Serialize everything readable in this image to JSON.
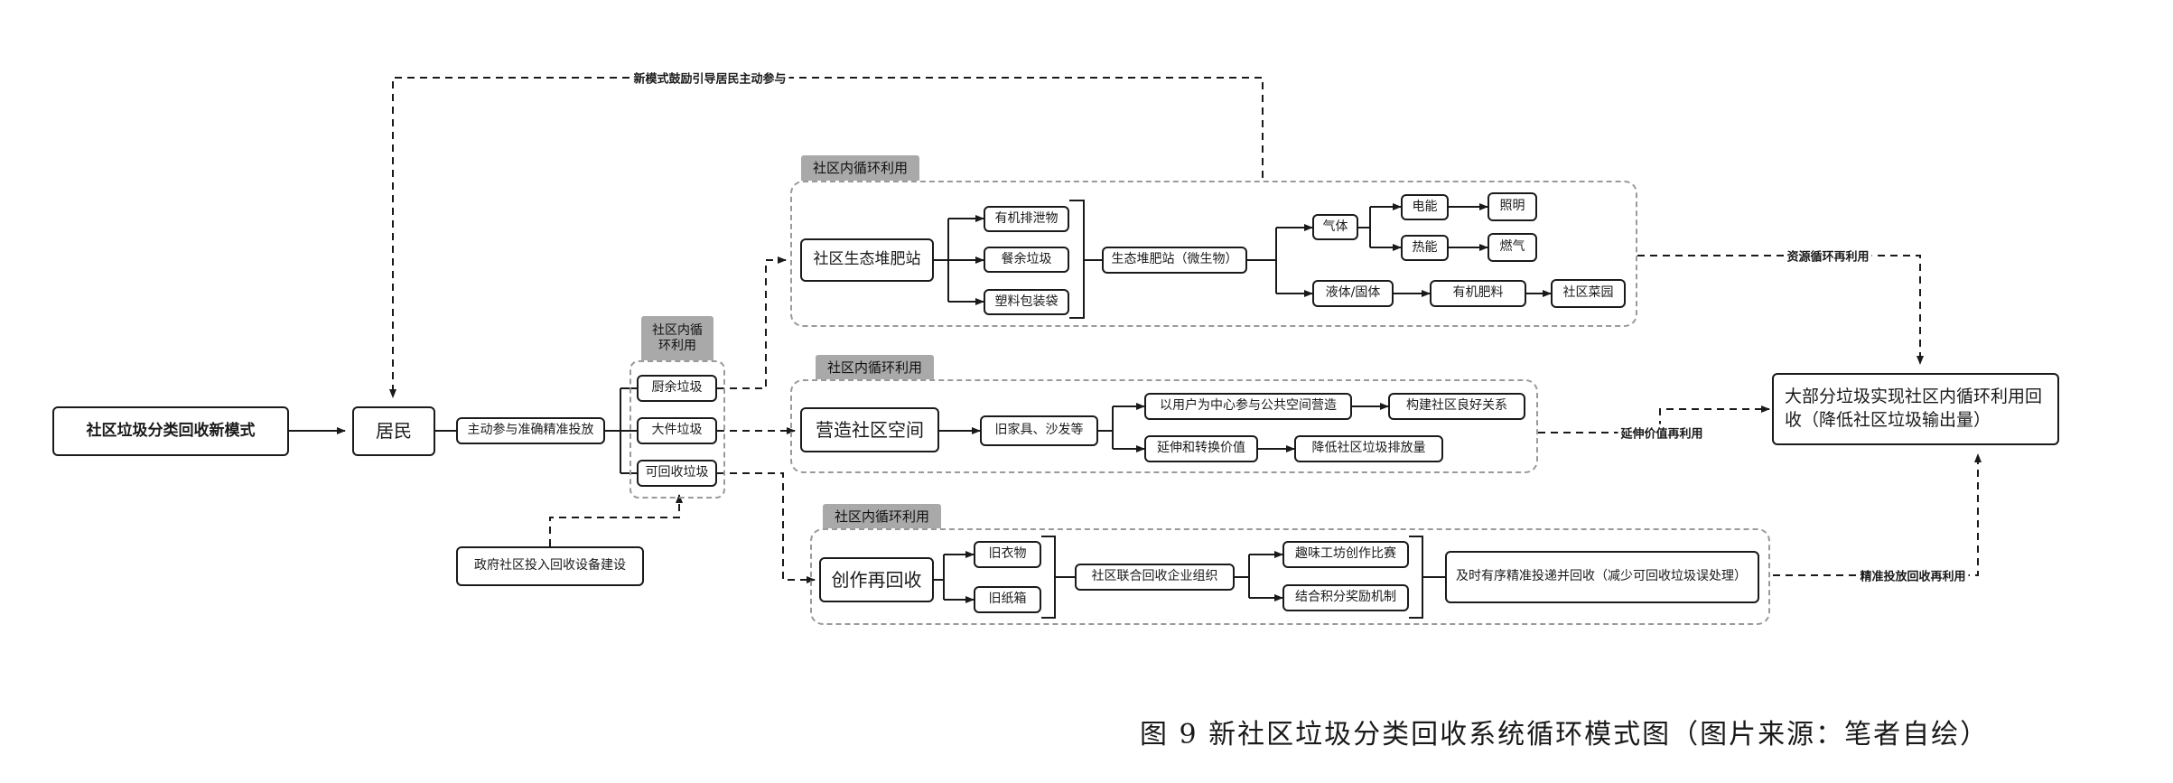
{
  "diagram": {
    "groups": {
      "g_compost": "社区内循环利用",
      "g_space": "社区内循环利用",
      "g_recycle": "社区内循环利用",
      "g_sort": "社区内循\n环利用"
    },
    "nodes": {
      "model": "社区垃圾分类回收新模式",
      "resident": "居民",
      "participate": "主动参与准确精准投放",
      "kitchen": "厨余垃圾",
      "bulky": "大件垃圾",
      "recyclable": "可回收垃圾",
      "gov": "政府社区投入回收设备建设",
      "compost_station": "社区生态堆肥站",
      "organic_drain": "有机排泄物",
      "food_waste": "餐余垃圾",
      "plastic_bag": "塑料包装袋",
      "eco_compost": "生态堆肥站（微生物）",
      "gas": "气体",
      "electric": "电能",
      "heat": "热能",
      "lighting": "照明",
      "fuel": "燃气",
      "liquid_solid": "液体/固体",
      "organic_fert": "有机肥料",
      "garden": "社区菜园",
      "space": "营造社区空间",
      "old_furniture": "旧家具、沙发等",
      "user_centered": "以用户为中心参与公共空间营造",
      "relations": "构建社区良好关系",
      "extend_value": "延伸和转换价值",
      "reduce_emission": "降低社区垃圾排放量",
      "create_recycle": "创作再回收",
      "old_clothes": "旧衣物",
      "old_paper": "旧纸箱",
      "joint_org": "社区联合回收企业组织",
      "workshop": "趣味工坊创作比赛",
      "points": "结合积分奖励机制",
      "timely": "及时有序精准投递并回收（减少可回收垃圾误处理）",
      "result": "大部分垃圾实现社区内循环利用回收（降低社区垃圾输出量）"
    },
    "edge_labels": {
      "incentive": "新模式鼓励引导居民主动参与",
      "resource": "资源循环再利用",
      "value": "延伸价值再利用",
      "precise": "精准投放回收再利用"
    }
  },
  "caption": "图 9  新社区垃圾分类回收系统循环模式图（图片来源：笔者自绘）"
}
